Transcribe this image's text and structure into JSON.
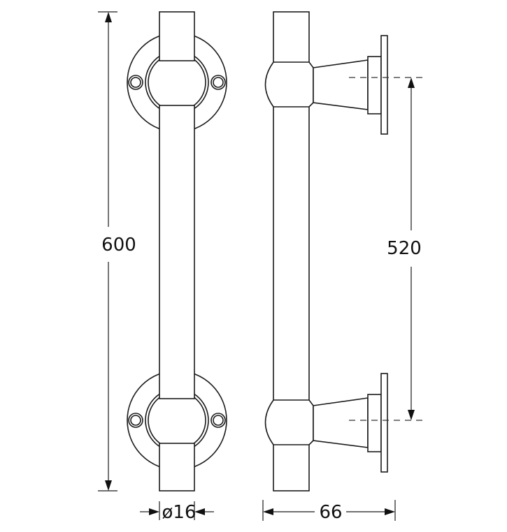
{
  "dimensions": {
    "overall_length": "600",
    "center_distance": "520",
    "diameter": "ø16",
    "projection": "66"
  }
}
